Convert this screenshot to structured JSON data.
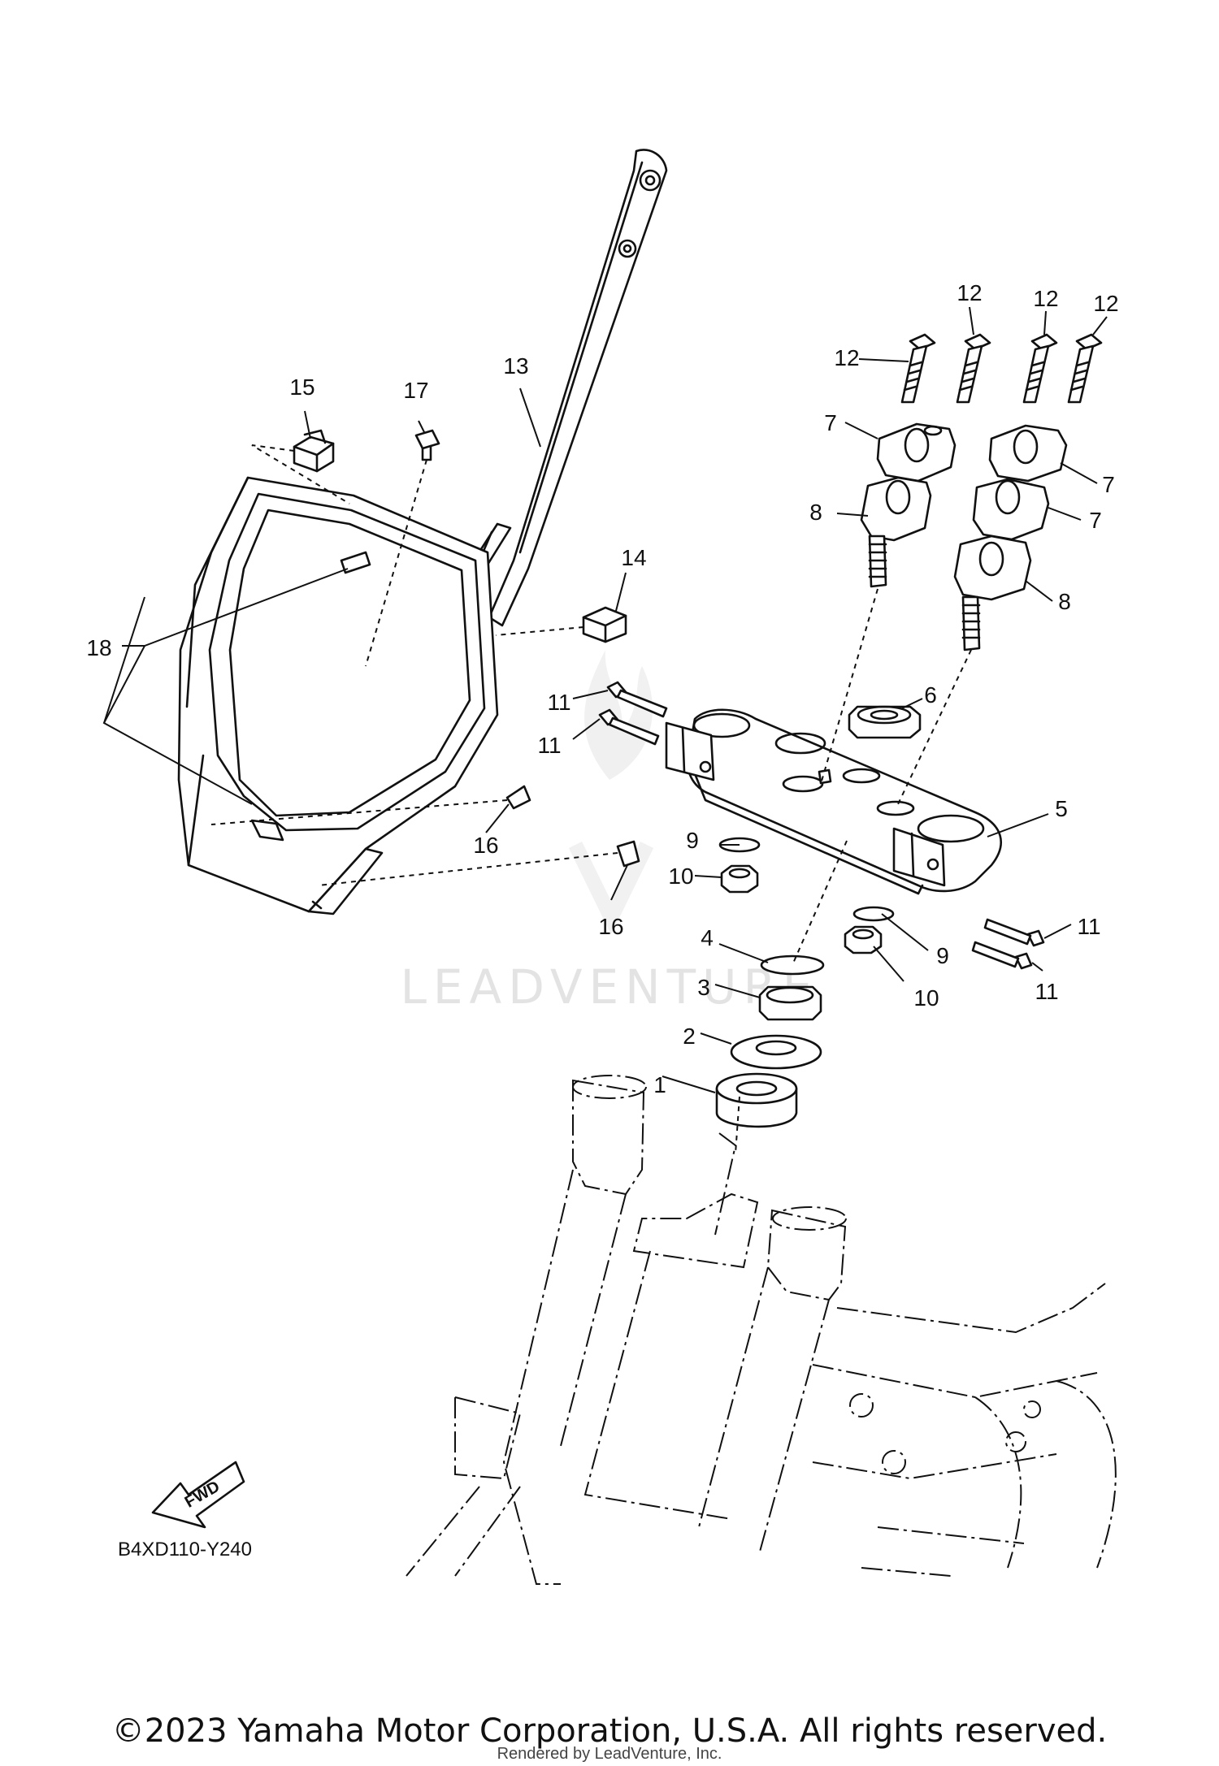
{
  "diagram": {
    "diagram_code": "B4XD110-Y240",
    "forward_label": "FWD",
    "watermark_text": "LEADVENTURE",
    "callouts": [
      {
        "id": "c1",
        "label": "1"
      },
      {
        "id": "c2",
        "label": "2"
      },
      {
        "id": "c3",
        "label": "3"
      },
      {
        "id": "c4",
        "label": "4"
      },
      {
        "id": "c5",
        "label": "5"
      },
      {
        "id": "c6",
        "label": "6"
      },
      {
        "id": "c7a",
        "label": "7"
      },
      {
        "id": "c7b",
        "label": "7"
      },
      {
        "id": "c7c",
        "label": "7"
      },
      {
        "id": "c8a",
        "label": "8"
      },
      {
        "id": "c8b",
        "label": "8"
      },
      {
        "id": "c9a",
        "label": "9"
      },
      {
        "id": "c9b",
        "label": "9"
      },
      {
        "id": "c10a",
        "label": "10"
      },
      {
        "id": "c10b",
        "label": "10"
      },
      {
        "id": "c11a",
        "label": "11"
      },
      {
        "id": "c11b",
        "label": "11"
      },
      {
        "id": "c11c",
        "label": "11"
      },
      {
        "id": "c11d",
        "label": "11"
      },
      {
        "id": "c12a",
        "label": "12"
      },
      {
        "id": "c12b",
        "label": "12"
      },
      {
        "id": "c12c",
        "label": "12"
      },
      {
        "id": "c12d",
        "label": "12"
      },
      {
        "id": "c13",
        "label": "13"
      },
      {
        "id": "c14",
        "label": "14"
      },
      {
        "id": "c15",
        "label": "15"
      },
      {
        "id": "c16a",
        "label": "16"
      },
      {
        "id": "c16b",
        "label": "16"
      },
      {
        "id": "c17",
        "label": "17"
      },
      {
        "id": "c18",
        "label": "18"
      }
    ]
  },
  "footer": {
    "copyright": "©2023 Yamaha Motor Corporation, U.S.A. All rights reserved.",
    "rendered_by": "Rendered by LeadVenture, Inc."
  }
}
